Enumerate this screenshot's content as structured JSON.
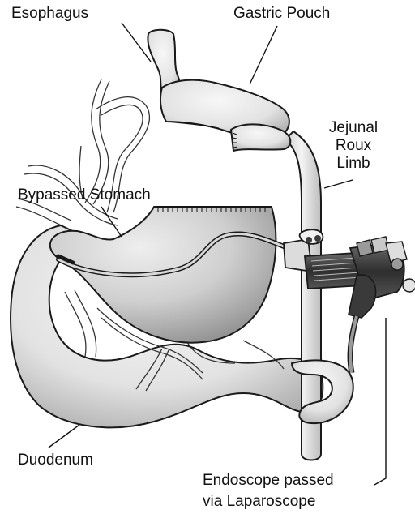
{
  "labels": {
    "esophagus": "Esophagus",
    "gastric_pouch": "Gastric Pouch",
    "jejunal_roux_limb": [
      "Jejunal",
      "Roux",
      "Limb"
    ],
    "bypassed_stomach": "Bypassed Stomach",
    "duodenum": "Duodenum",
    "endoscope": [
      "Endoscope passed",
      "via Laparoscope"
    ]
  },
  "colors": {
    "outline": "#1a1a1a",
    "organ_light": "#f2f2f2",
    "organ_shadow": "#a8a8a8",
    "scope_dark": "#3a3a3a"
  }
}
